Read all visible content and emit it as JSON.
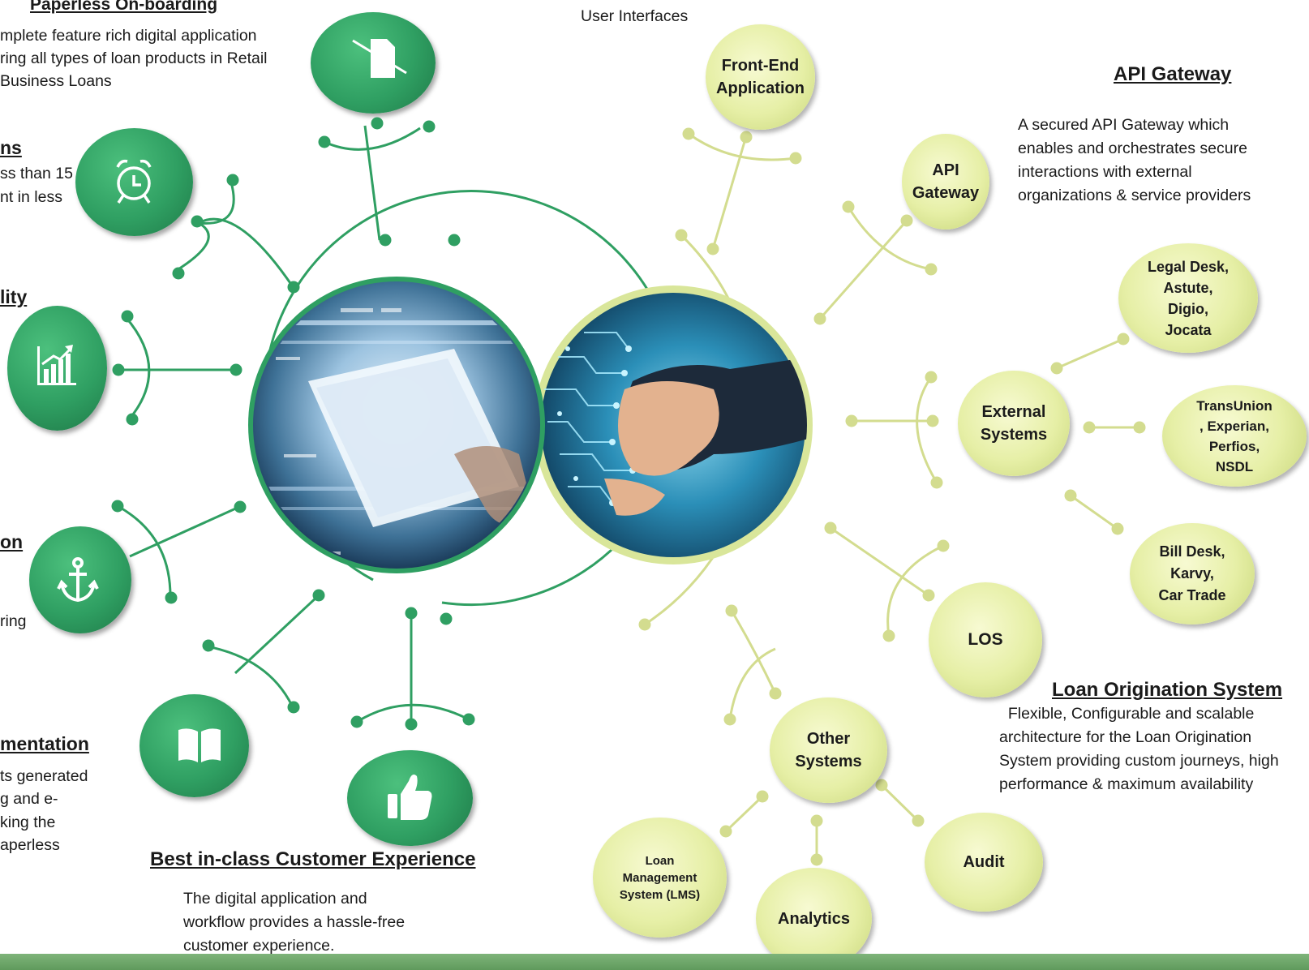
{
  "left_panel": {
    "onboarding": {
      "heading": "Paperless On-boarding",
      "lines": [
        "mplete feature rich digital application",
        "ring all types of loan products in Retail",
        "Business Loans"
      ]
    },
    "fast": {
      "heading": "ns",
      "lines": [
        "ss than 15",
        "nt in less"
      ]
    },
    "scalability": {
      "heading": "lity"
    },
    "integration": {
      "heading": "on",
      "lines": [
        "ring"
      ]
    },
    "documentation": {
      "heading": "mentation",
      "lines": [
        "ts generated",
        "g and e-",
        "king the",
        "aperless"
      ]
    },
    "experience": {
      "heading": "Best in-class Customer Experience",
      "lines": [
        "The digital application and",
        "workflow provides a hassle-free",
        "customer experience."
      ]
    }
  },
  "top_fragment": "User Interfaces",
  "right_panel": {
    "api_gateway": {
      "heading": "API Gateway",
      "lines": [
        "A secured API Gateway which",
        "enables and orchestrates secure",
        "interactions with external",
        "organizations & service  providers"
      ]
    },
    "los": {
      "heading": "Loan Origination System",
      "lines": [
        "  Flexible, Configurable and scalable",
        "architecture for the Loan Origination",
        "System providing custom journeys, high",
        "performance & maximum availability"
      ]
    }
  },
  "bubbles": {
    "front_end": "Front-End\nApplication",
    "api_gateway": "API\nGateway",
    "external_systems": "External\nSystems",
    "legal_desk": "Legal Desk,\nAstute,\nDigio,\nJocata",
    "transunion": "TransUnion\n, Experian,\nPerfios,\nNSDL",
    "bill_desk": "Bill Desk,\nKarvy,\nCar Trade",
    "los": "LOS",
    "other_systems": "Other\nSystems",
    "lms": "Loan\nManagement\nSystem (LMS)",
    "analytics": "Analytics",
    "audit": "Audit"
  },
  "icons": [
    "document-off-icon",
    "alarm-clock-icon",
    "growth-chart-icon",
    "anchor-icon",
    "open-book-icon",
    "thumbs-up-icon"
  ],
  "colors": {
    "green": "#2f9f62",
    "dark_green": "#1f7a48",
    "yellow_green": "#e6efa6",
    "connector_yellow": "#d3dc8f",
    "bar": "#6fa86b"
  }
}
